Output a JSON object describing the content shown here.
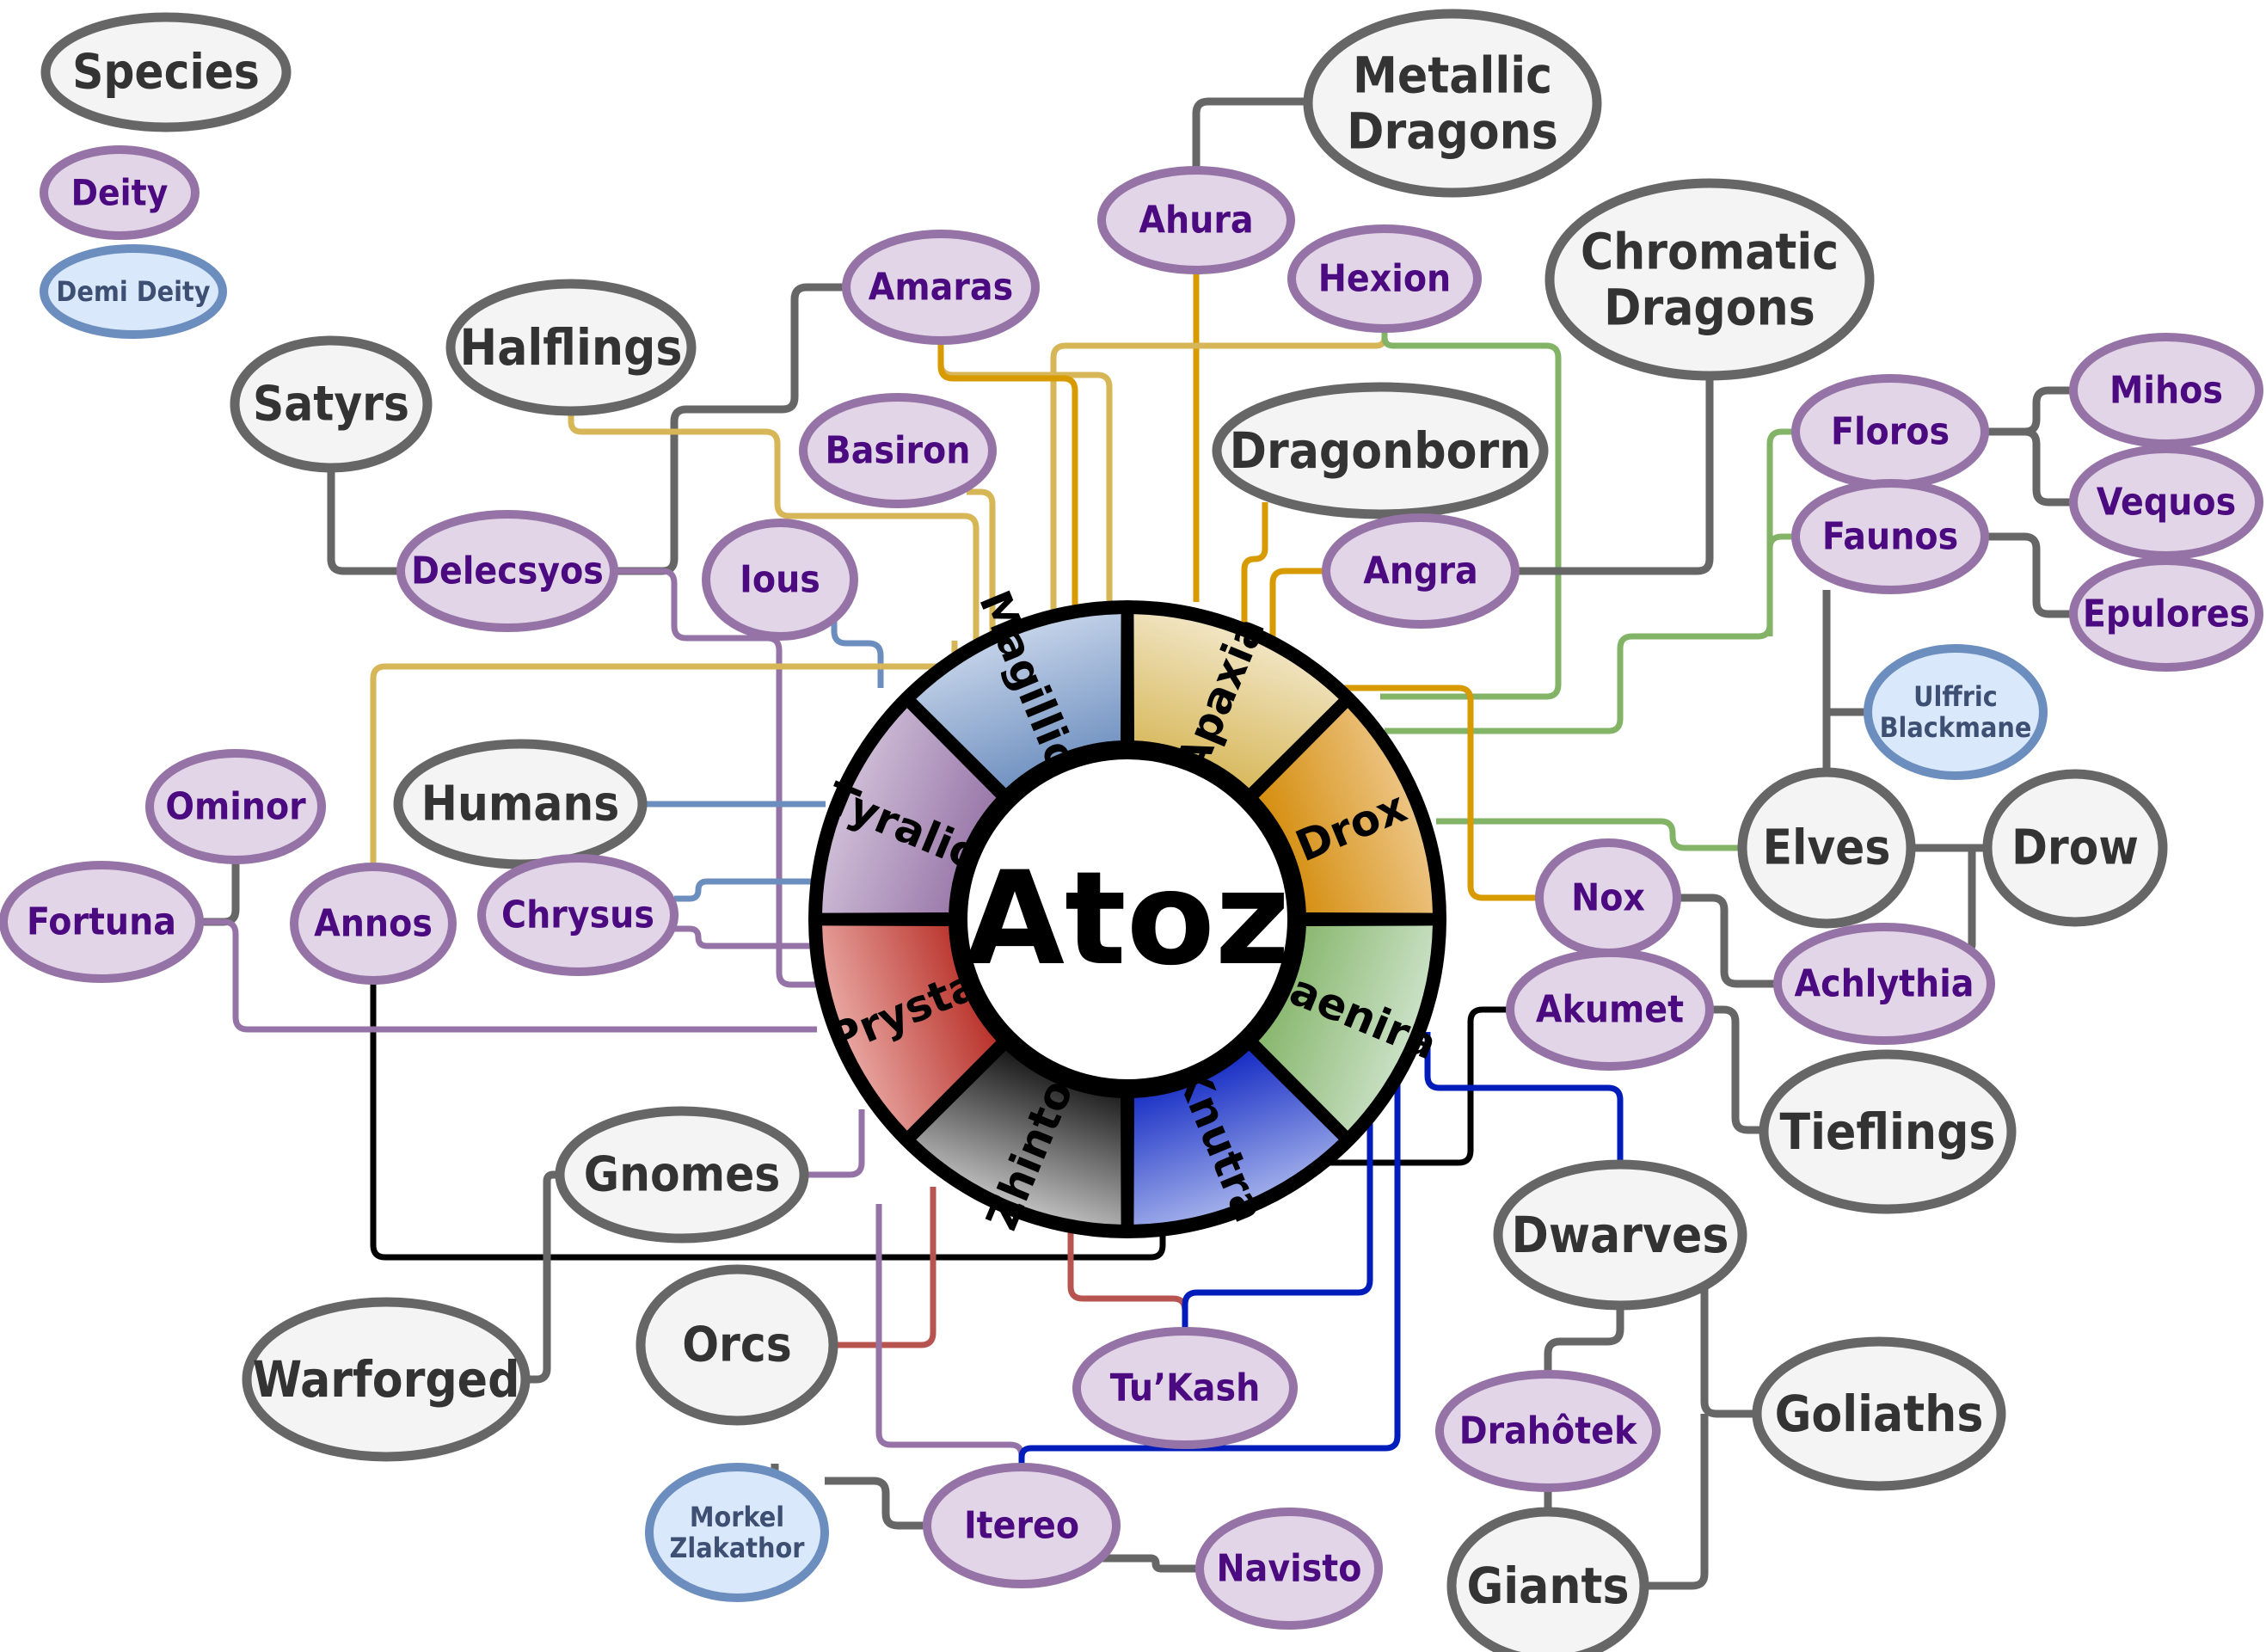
{
  "title": "Atoz",
  "legend": [
    {
      "id": "legend-species",
      "label": "Species",
      "kind": "species"
    },
    {
      "id": "legend-deity",
      "label": "Deity",
      "kind": "deity"
    },
    {
      "id": "legend-demi",
      "label": "Demi Deity",
      "kind": "demi"
    }
  ],
  "styles": {
    "species": {
      "fill": "#f4f4f4",
      "stroke": "#666666",
      "text": "#333333"
    },
    "deity": {
      "fill": "#e1d5e7",
      "stroke": "#9673a6",
      "text": "#4b0a80"
    },
    "demi": {
      "fill": "#dae8fc",
      "stroke": "#6c8ebf",
      "text": "#3d4f72"
    }
  },
  "wheel": {
    "center_label": "Atoz",
    "segments": [
      {
        "name": "Apaxia",
        "color_light": "#f5ecd4",
        "color_dark": "#d6b656"
      },
      {
        "name": "Drox",
        "color_light": "#f0cd96",
        "color_dark": "#d38a06"
      },
      {
        "name": "Faenira",
        "color_light": "#d5e8d4",
        "color_dark": "#82b366"
      },
      {
        "name": "Knutra",
        "color_light": "#b8c4f0",
        "color_dark": "#0c23c2"
      },
      {
        "name": "Zhintos",
        "color_light": "#d9d9d9",
        "color_dark": "#0d0d0d"
      },
      {
        "name": "Prysta",
        "color_light": "#f0b8b4",
        "color_dark": "#b52a22"
      },
      {
        "name": "Tyralio",
        "color_light": "#d6c8de",
        "color_dark": "#9673a6"
      },
      {
        "name": "Magillion",
        "color_light": "#d0dcee",
        "color_dark": "#6c8ebf"
      }
    ]
  },
  "nodes": [
    {
      "id": "metallic-dragons",
      "label": "Metallic\nDragons",
      "kind": "species"
    },
    {
      "id": "chromatic-dragons",
      "label": "Chromatic\nDragons",
      "kind": "species"
    },
    {
      "id": "halflings",
      "label": "Halflings",
      "kind": "species"
    },
    {
      "id": "satyrs",
      "label": "Satyrs",
      "kind": "species"
    },
    {
      "id": "dragonborn",
      "label": "Dragonborn",
      "kind": "species"
    },
    {
      "id": "humans",
      "label": "Humans",
      "kind": "species"
    },
    {
      "id": "elves",
      "label": "Elves",
      "kind": "species"
    },
    {
      "id": "drow",
      "label": "Drow",
      "kind": "species"
    },
    {
      "id": "tieflings",
      "label": "Tieflings",
      "kind": "species"
    },
    {
      "id": "gnomes",
      "label": "Gnomes",
      "kind": "species"
    },
    {
      "id": "dwarves",
      "label": "Dwarves",
      "kind": "species"
    },
    {
      "id": "orcs",
      "label": "Orcs",
      "kind": "species"
    },
    {
      "id": "warforged",
      "label": "Warforged",
      "kind": "species"
    },
    {
      "id": "goliaths",
      "label": "Goliaths",
      "kind": "species"
    },
    {
      "id": "giants",
      "label": "Giants",
      "kind": "species"
    },
    {
      "id": "ahura",
      "label": "Ahura",
      "kind": "deity"
    },
    {
      "id": "hexion",
      "label": "Hexion",
      "kind": "deity"
    },
    {
      "id": "amaras",
      "label": "Amaras",
      "kind": "deity"
    },
    {
      "id": "basiron",
      "label": "Basiron",
      "kind": "deity"
    },
    {
      "id": "floros",
      "label": "Floros",
      "kind": "deity"
    },
    {
      "id": "faunos",
      "label": "Faunos",
      "kind": "deity"
    },
    {
      "id": "mihos",
      "label": "Mihos",
      "kind": "deity"
    },
    {
      "id": "vequos",
      "label": "Vequos",
      "kind": "deity"
    },
    {
      "id": "epulores",
      "label": "Epulores",
      "kind": "deity"
    },
    {
      "id": "delecsyos",
      "label": "Delecsyos",
      "kind": "deity"
    },
    {
      "id": "ious",
      "label": "Ious",
      "kind": "deity"
    },
    {
      "id": "angra",
      "label": "Angra",
      "kind": "deity"
    },
    {
      "id": "ominor",
      "label": "Ominor",
      "kind": "deity"
    },
    {
      "id": "fortuna",
      "label": "Fortuna",
      "kind": "deity"
    },
    {
      "id": "annos",
      "label": "Annos",
      "kind": "deity"
    },
    {
      "id": "chrysus",
      "label": "Chrysus",
      "kind": "deity"
    },
    {
      "id": "nox",
      "label": "Nox",
      "kind": "deity"
    },
    {
      "id": "achlythia",
      "label": "Achlythia",
      "kind": "deity"
    },
    {
      "id": "akumet",
      "label": "Akumet",
      "kind": "deity"
    },
    {
      "id": "tukash",
      "label": "Tu’Kash",
      "kind": "deity"
    },
    {
      "id": "drahotek",
      "label": "Drahôtek",
      "kind": "deity"
    },
    {
      "id": "itereo",
      "label": "Itereo",
      "kind": "deity"
    },
    {
      "id": "navisto",
      "label": "Navisto",
      "kind": "deity"
    },
    {
      "id": "ulffric-blackmane",
      "label": "Ulffric\nBlackmane",
      "kind": "demi"
    },
    {
      "id": "morkel-zlakathor",
      "label": "Morkel\nZlakathor",
      "kind": "demi"
    }
  ],
  "link_colors": {
    "gray": "#666666",
    "apaxia": "#d6b656",
    "drox": "#d79b00",
    "faenira": "#82b366",
    "knutra": "#001dbc",
    "zhintos": "#000000",
    "prysta": "#b85450",
    "tyralio": "#9673a6",
    "magillion": "#6c8ebf"
  },
  "links": [
    {
      "from": "ahura",
      "to": "metallic-dragons",
      "color": "gray"
    },
    {
      "from": "ahura",
      "to": "wheel",
      "color": "drox"
    },
    {
      "from": "hexion",
      "to": "wheel",
      "color": "apaxia"
    },
    {
      "from": "hexion",
      "to": "wheel",
      "color": "faenira"
    },
    {
      "from": "amaras",
      "to": "wheel",
      "color": "apaxia"
    },
    {
      "from": "amaras",
      "to": "wheel",
      "color": "drox"
    },
    {
      "from": "amaras",
      "to": "delecsyos",
      "color": "gray"
    },
    {
      "from": "basiron",
      "to": "wheel",
      "color": "apaxia"
    },
    {
      "from": "halflings",
      "to": "wheel",
      "color": "apaxia"
    },
    {
      "from": "satyrs",
      "to": "delecsyos",
      "color": "gray"
    },
    {
      "from": "delecsyos",
      "to": "wheel",
      "color": "tyralio"
    },
    {
      "from": "ious",
      "to": "wheel",
      "color": "magillion"
    },
    {
      "from": "dragonborn",
      "to": "wheel",
      "color": "drox"
    },
    {
      "from": "angra",
      "to": "wheel",
      "color": "drox"
    },
    {
      "from": "angra",
      "to": "chromatic-dragons",
      "color": "gray"
    },
    {
      "from": "floros",
      "to": "wheel",
      "color": "faenira"
    },
    {
      "from": "faunos",
      "to": "wheel",
      "color": "faenira"
    },
    {
      "from": "floros",
      "to": "mihos",
      "color": "gray"
    },
    {
      "from": "floros",
      "to": "vequos",
      "color": "gray"
    },
    {
      "from": "faunos",
      "to": "epulores",
      "color": "gray"
    },
    {
      "from": "faunos",
      "to": "elves",
      "color": "gray"
    },
    {
      "from": "ulffric-blackmane",
      "to": "elves",
      "color": "gray"
    },
    {
      "from": "elves",
      "to": "wheel",
      "color": "faenira"
    },
    {
      "from": "elves",
      "to": "drow",
      "color": "gray"
    },
    {
      "from": "achlythia",
      "to": "drow",
      "color": "gray"
    },
    {
      "from": "nox",
      "to": "achlythia",
      "color": "gray"
    },
    {
      "from": "nox",
      "to": "wheel",
      "color": "drox"
    },
    {
      "from": "akumet",
      "to": "wheel",
      "color": "zhintos"
    },
    {
      "from": "akumet",
      "to": "tieflings",
      "color": "gray"
    },
    {
      "from": "humans",
      "to": "wheel",
      "color": "magillion"
    },
    {
      "from": "chrysus",
      "to": "wheel",
      "color": "magillion"
    },
    {
      "from": "chrysus",
      "to": "wheel",
      "color": "tyralio"
    },
    {
      "from": "annos",
      "to": "wheel",
      "color": "apaxia"
    },
    {
      "from": "annos",
      "to": "wheel",
      "color": "zhintos"
    },
    {
      "from": "ominor",
      "to": "fortuna",
      "color": "gray"
    },
    {
      "from": "fortuna",
      "to": "wheel",
      "color": "tyralio"
    },
    {
      "from": "gnomes",
      "to": "wheel",
      "color": "tyralio"
    },
    {
      "from": "gnomes",
      "to": "warforged",
      "color": "gray"
    },
    {
      "from": "orcs",
      "to": "wheel",
      "color": "prysta"
    },
    {
      "from": "orcs",
      "to": "morkel-zlakathor",
      "color": "gray"
    },
    {
      "from": "morkel-zlakathor",
      "to": "itereo",
      "color": "gray"
    },
    {
      "from": "itereo",
      "to": "wheel",
      "color": "tyralio"
    },
    {
      "from": "itereo",
      "to": "wheel",
      "color": "knutra"
    },
    {
      "from": "itereo",
      "to": "navisto",
      "color": "gray"
    },
    {
      "from": "tukash",
      "to": "wheel",
      "color": "prysta"
    },
    {
      "from": "tukash",
      "to": "wheel",
      "color": "knutra"
    },
    {
      "from": "dwarves",
      "to": "wheel",
      "color": "knutra"
    },
    {
      "from": "dwarves",
      "to": "drahotek",
      "color": "gray"
    },
    {
      "from": "dwarves",
      "to": "goliaths",
      "color": "gray"
    },
    {
      "from": "drahotek",
      "to": "giants",
      "color": "gray"
    },
    {
      "from": "giants",
      "to": "goliaths",
      "color": "gray"
    }
  ]
}
